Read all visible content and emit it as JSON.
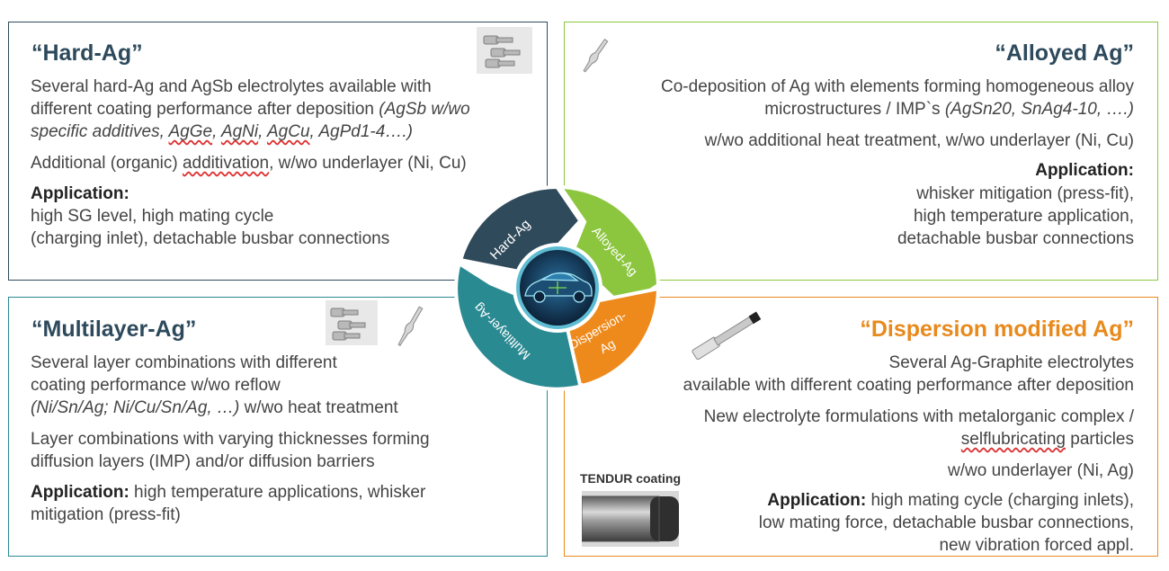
{
  "hard_ag": {
    "title": "“Hard-Ag”",
    "line1": "Several hard-Ag and AgSb electrolytes available with",
    "line2a": "different coating performance after deposition ",
    "line2b": "(AgSb w/wo",
    "line3_sp1": "specific additives, ",
    "line3_agge": "AgGe",
    "line3_sep1": ", ",
    "line3_agni": "AgNi",
    "line3_sep2": ", ",
    "line3_agcu": "AgCu",
    "line3_sep3": ", ",
    "line3_agpd": "AgPd1-4….)",
    "line4a": "Additional (organic) ",
    "line4b": "additivation",
    "line4c": ", w/wo underlayer (Ni, Cu)",
    "app_label": "Application:",
    "app1": "high SG level, high mating cycle",
    "app2": "(charging inlet), detachable busbar connections"
  },
  "alloyed_ag": {
    "title": "“Alloyed Ag”",
    "line1": "Co-deposition of Ag with elements forming homogeneous alloy",
    "line2a": "microstructures  / IMP`s ",
    "line2b": "(AgSn20, SnAg4-10,  ….)",
    "line3": "w/wo additional heat treatment, w/wo underlayer (Ni, Cu)",
    "app_label": "Application:",
    "app1": "whisker mitigation (press-fit),",
    "app2": "high temperature application,",
    "app3": "detachable busbar connections"
  },
  "multilayer_ag": {
    "title": "“Multilayer-Ag”",
    "line1": "Several layer combinations with different",
    "line2": "coating performance w/wo reflow",
    "line3a": "(Ni/Sn/Ag; Ni/Cu/Sn/Ag, …)",
    "line3b": " w/wo heat treatment",
    "line4": "Layer combinations with varying thicknesses forming",
    "line5": "diffusion layers (IMP) and/or diffusion barriers",
    "app_label": "Application:",
    "app1": " high temperature applications, whisker",
    "app2": "mitigation (press-fit)"
  },
  "dispersion_ag": {
    "title": "“Dispersion modified Ag”",
    "line1": "Several Ag-Graphite electrolytes",
    "line2": "available with different coating performance after deposition",
    "line3": "New electrolyte formulations with metalorganic complex /",
    "line4a": "selflubricating",
    "line4b": " particles",
    "line5": "w/wo underlayer (Ni, Ag)",
    "app_label": "Application:",
    "app1": " high mating cycle (charging inlets),",
    "app2": "low mating force, detachable busbar connections,",
    "app3": "new vibration forced appl.",
    "tendur_label": "TENDUR coating"
  },
  "cycle": {
    "seg_hard": "Hard-Ag",
    "seg_alloyed": "Alloyed-Ag",
    "seg_dispersion1": "Dispersion-",
    "seg_dispersion2": "Ag",
    "seg_multilayer": "Multilayer-Ag",
    "colors": {
      "hard": "#2f4a5b",
      "alloyed": "#8cc63f",
      "dispersion": "#ee8a1c",
      "multilayer": "#2a8a92"
    },
    "center_icon": "car-icon"
  },
  "colors": {
    "dark_title": "#2d4a5c",
    "dispersion_title": "#e8891c",
    "border_alloyed": "#8cc63f",
    "border_multilayer": "#2a8a92"
  },
  "icons": [
    "connector-terminals-icon",
    "press-fit-pin-icon",
    "pin-contact-icon",
    "tendur-coating-photo-icon"
  ]
}
